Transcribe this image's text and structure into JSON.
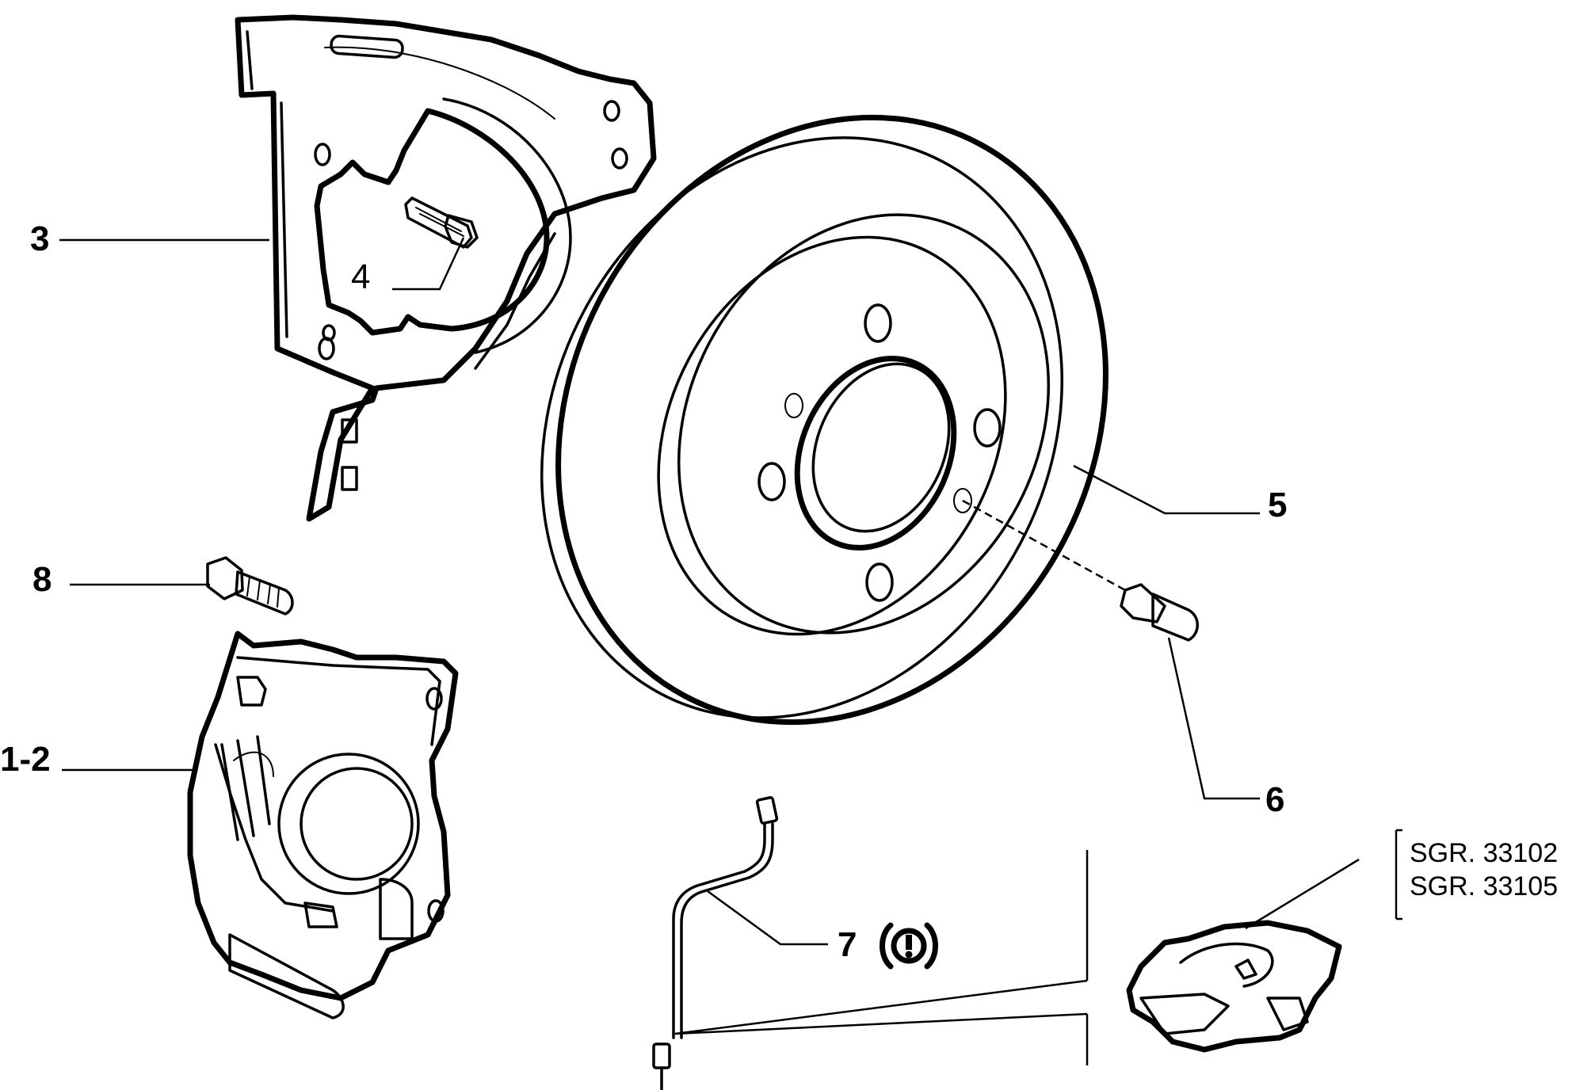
{
  "callouts": {
    "c3": "3",
    "c4": "4",
    "c5": "5",
    "c6": "6",
    "c7": "7",
    "c8": "8",
    "c12": "1-2"
  },
  "warning_symbol": "(!)",
  "references": {
    "line1": "SGR. 33102",
    "line2": "SGR. 33105"
  },
  "icons": [
    "warning-brake-icon"
  ]
}
